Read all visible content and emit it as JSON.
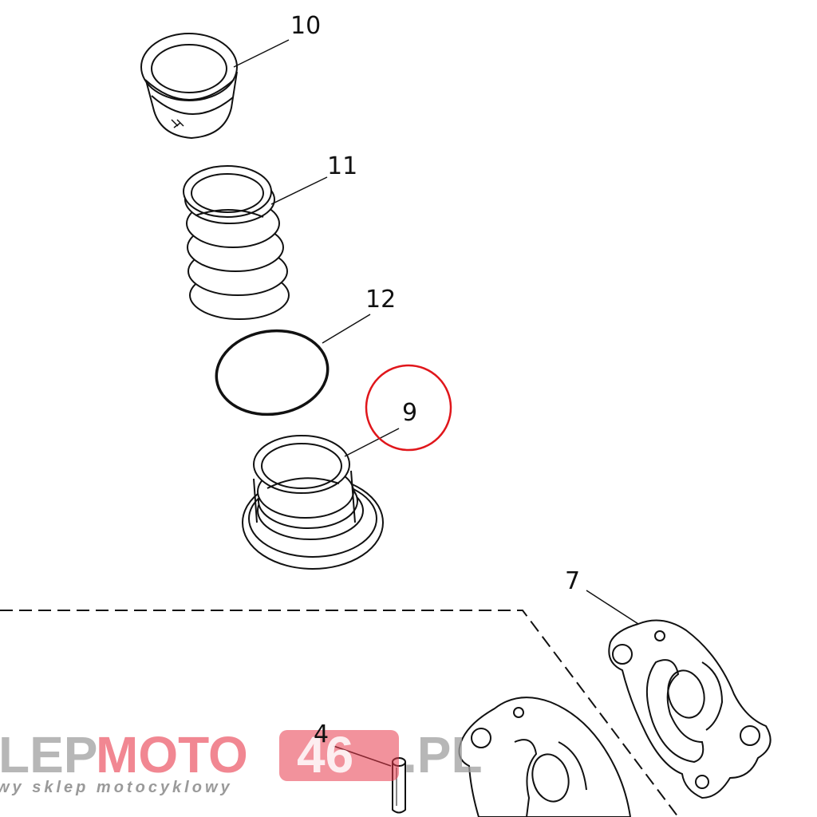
{
  "callouts": {
    "p10": "10",
    "p11": "11",
    "p12": "12",
    "p9": "9",
    "p7": "7",
    "p4": "4"
  },
  "watermark": {
    "left": "LEP",
    "mid": "MOTO",
    "box": "46",
    "right": ".PL",
    "tagline": "wy sklep motocyklowy"
  },
  "colors": {
    "line": "#111111",
    "highlight": "#e0161b",
    "watermark_grey": "#a0a0a0",
    "watermark_red": "#e8394a"
  }
}
